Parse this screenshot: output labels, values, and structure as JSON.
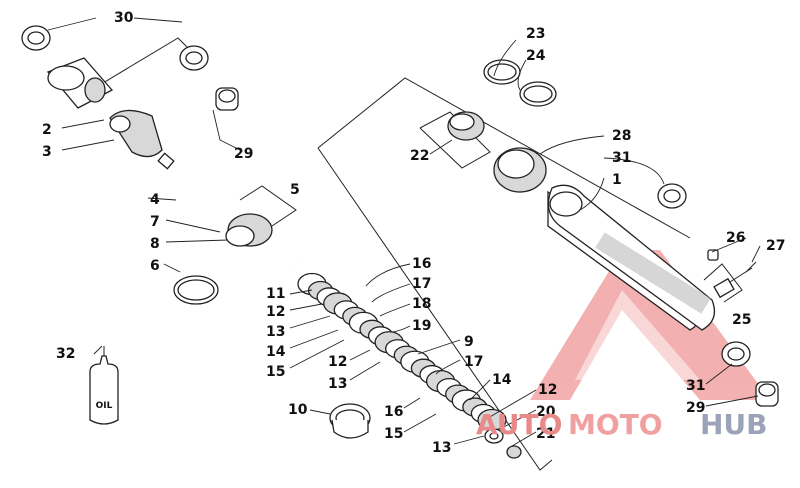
{
  "callouts": {
    "c1": "1",
    "c2": "2",
    "c3": "3",
    "c4": "4",
    "c5": "5",
    "c6": "6",
    "c7": "7",
    "c8": "8",
    "c9": "9",
    "c10": "10",
    "c11": "11",
    "c12a": "12",
    "c12b": "12",
    "c12c": "12",
    "c13a": "13",
    "c13b": "13",
    "c13c": "13",
    "c14a": "14",
    "c14b": "14",
    "c15a": "15",
    "c15b": "15",
    "c16a": "16",
    "c16b": "16",
    "c17a": "17",
    "c17b": "17",
    "c18": "18",
    "c19": "19",
    "c20": "20",
    "c21": "21",
    "c22": "22",
    "c23": "23",
    "c24": "24",
    "c25": "25",
    "c26": "26",
    "c27": "27",
    "c28": "28",
    "c29a": "29",
    "c29b": "29",
    "c30": "30",
    "c31a": "31",
    "c31b": "31",
    "c32": "32"
  },
  "oil_label": "OIL",
  "watermark": {
    "part1": "AUTO",
    "part2": "MOTO",
    "part3": "HUB"
  },
  "colors": {
    "line": "#222222",
    "watermark_red": "#e98a8a",
    "watermark_gray": "#9aa3b8"
  }
}
